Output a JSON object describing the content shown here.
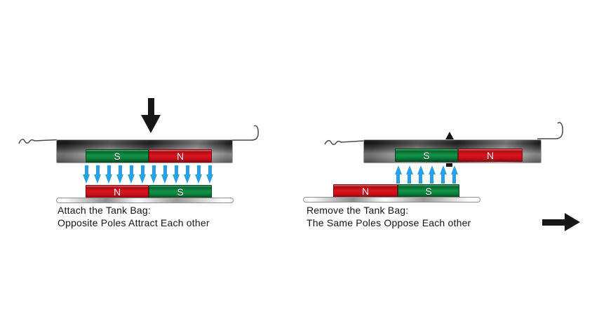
{
  "left_panel": {
    "caption_line1": "Attach the Tank Bag:",
    "caption_line2": "Opposite Poles Attract Each other",
    "bag_magnets": {
      "left_pole": "S",
      "right_pole": "N"
    },
    "tank_magnets": {
      "left_pole": "N",
      "right_pole": "S"
    },
    "field_arrows": {
      "count": 12,
      "direction": "down"
    },
    "motion_arrow": "down"
  },
  "right_panel": {
    "caption_line1": "Remove the Tank Bag:",
    "caption_line2": "The Same Poles Oppose Each other",
    "bag_magnets": {
      "left_pole": "S",
      "right_pole": "N"
    },
    "tank_magnets": {
      "left_pole": "N",
      "right_pole": "S"
    },
    "field_arrows": {
      "count": 6,
      "direction": "up"
    },
    "motion_arrows": [
      "up",
      "right"
    ]
  },
  "colors": {
    "magnet_green": "#0f8a41",
    "magnet_red": "#d2131f",
    "field_arrow_blue": "#2b9fe0",
    "motion_arrow_black": "#161616",
    "bar_gray": "#8a8a8a"
  }
}
